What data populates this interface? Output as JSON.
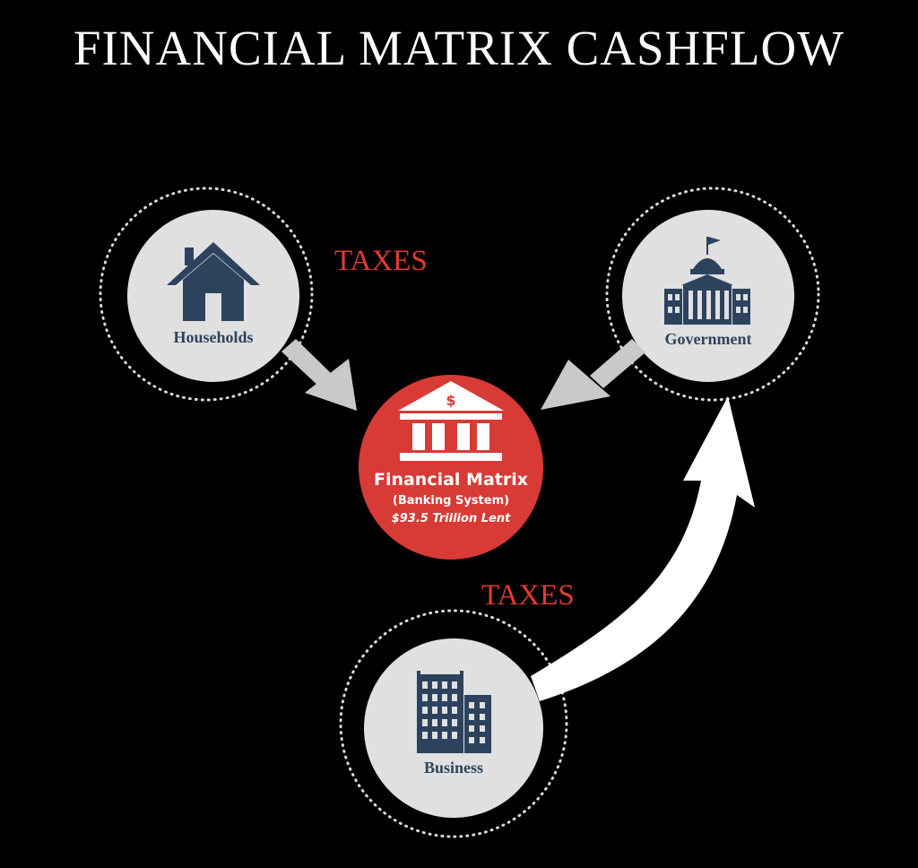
{
  "title": "FINANCIAL MATRIX CASHFLOW",
  "colors": {
    "background": "#000000",
    "node_fill": "#e0e0e0",
    "icon": "#2d435d",
    "center_fill": "#d83a35",
    "taxes_text": "#e13a30",
    "arrow_grey": "#c9c9c9",
    "arrow_white": "#ffffff",
    "dotted_ring": "#dcdcdc"
  },
  "nodes": {
    "households": {
      "label": "Households",
      "icon": "house-icon"
    },
    "government": {
      "label": "Government",
      "icon": "capitol-icon"
    },
    "business": {
      "label": "Business",
      "icon": "office-buildings-icon"
    }
  },
  "center": {
    "title": "Financial Matrix",
    "subtitle": "(Banking System)",
    "amount": "$93.5 Trillion Lent",
    "icon": "bank-icon",
    "icon_symbol": "$"
  },
  "taxes_labels": {
    "upper": "TAXES",
    "lower": "TAXES"
  }
}
